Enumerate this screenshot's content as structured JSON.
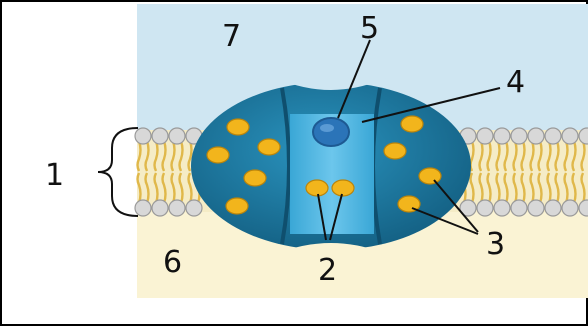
{
  "labels": {
    "l1": "1",
    "l2": "2",
    "l3": "3",
    "l4": "4",
    "l5": "5",
    "l6": "6",
    "l7": "7"
  },
  "colors": {
    "extracellular": "#cfe6f2",
    "intracellular": "#faf3d4",
    "protein": "#1c7fa8",
    "protein_dark": "#135f82",
    "channel": "#47b3e0",
    "ion": "#f2b51c",
    "lipid_head": "#d8d8d8",
    "lipid_tail": "#e0b84a"
  }
}
